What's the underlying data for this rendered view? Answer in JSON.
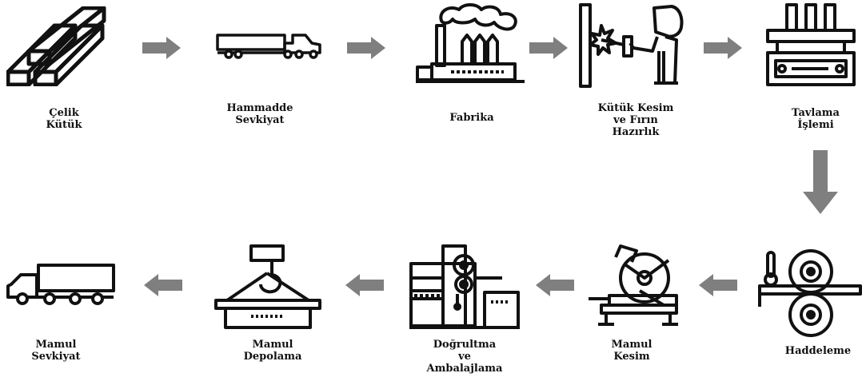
{
  "steps": [
    {
      "id": "celik-kutuk",
      "lines": [
        "Çelik",
        "Kütük"
      ]
    },
    {
      "id": "hammadde-sevkiyat",
      "lines": [
        "Hammadde",
        "Sevkiyat"
      ]
    },
    {
      "id": "fabrika",
      "lines": [
        "Fabrika"
      ]
    },
    {
      "id": "kutuk-kesim",
      "lines": [
        "Kütük Kesim",
        "ve Fırın",
        "Hazırlık"
      ]
    },
    {
      "id": "tavlama",
      "lines": [
        "Tavlama",
        "İşlemi"
      ]
    },
    {
      "id": "haddeleme",
      "lines": [
        "Haddeleme"
      ]
    },
    {
      "id": "mamul-kesim",
      "lines": [
        "Mamul",
        "Kesim"
      ]
    },
    {
      "id": "dogrultma",
      "lines": [
        "Doğrultma",
        "ve",
        "Ambalajlama"
      ]
    },
    {
      "id": "mamul-depolama",
      "lines": [
        "Mamul",
        "Depolama"
      ]
    },
    {
      "id": "mamul-sevkiyat",
      "lines": [
        "Mamul",
        "Sevkiyat"
      ]
    }
  ],
  "colors": {
    "icon": "#111111",
    "arrow": "#7f7f7f"
  }
}
